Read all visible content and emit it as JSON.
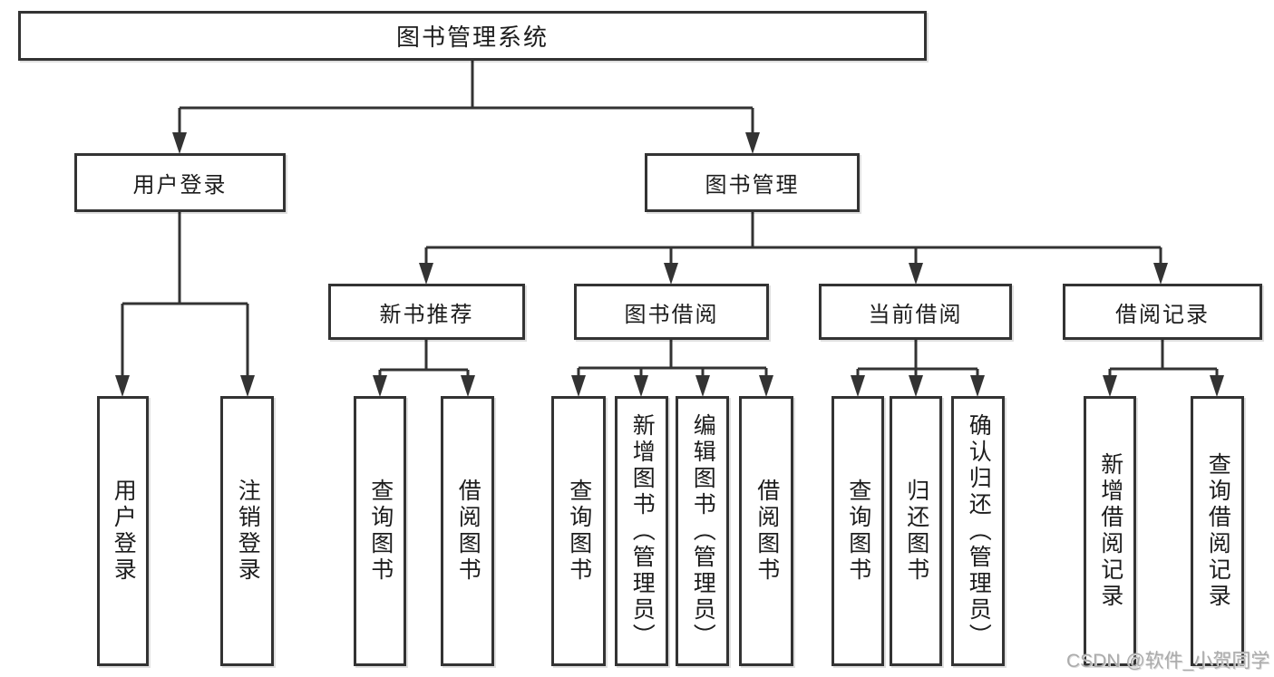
{
  "diagram": {
    "root": "图书管理系统",
    "branches": [
      {
        "label": "用户登录",
        "children": [
          "用户登录",
          "注销登录"
        ]
      },
      {
        "label": "图书管理",
        "modules": [
          {
            "label": "新书推荐",
            "children": [
              "查询图书",
              "借阅图书"
            ]
          },
          {
            "label": "图书借阅",
            "children": [
              "查询图书",
              "新增图书（管理员）",
              "编辑图书（管理员）",
              "借阅图书"
            ]
          },
          {
            "label": "当前借阅",
            "children": [
              "查询图书",
              "归还图书",
              "确认归还（管理员）"
            ]
          },
          {
            "label": "借阅记录",
            "children": [
              "新增借阅记录",
              "查询借阅记录"
            ]
          }
        ]
      }
    ]
  },
  "watermark": "CSDN @软件_小贺同学",
  "colors": {
    "line": "#333333",
    "box_border": "#333333",
    "box_background": "#ffffff",
    "text": "#1c1c1c",
    "watermark": "#ababab"
  }
}
